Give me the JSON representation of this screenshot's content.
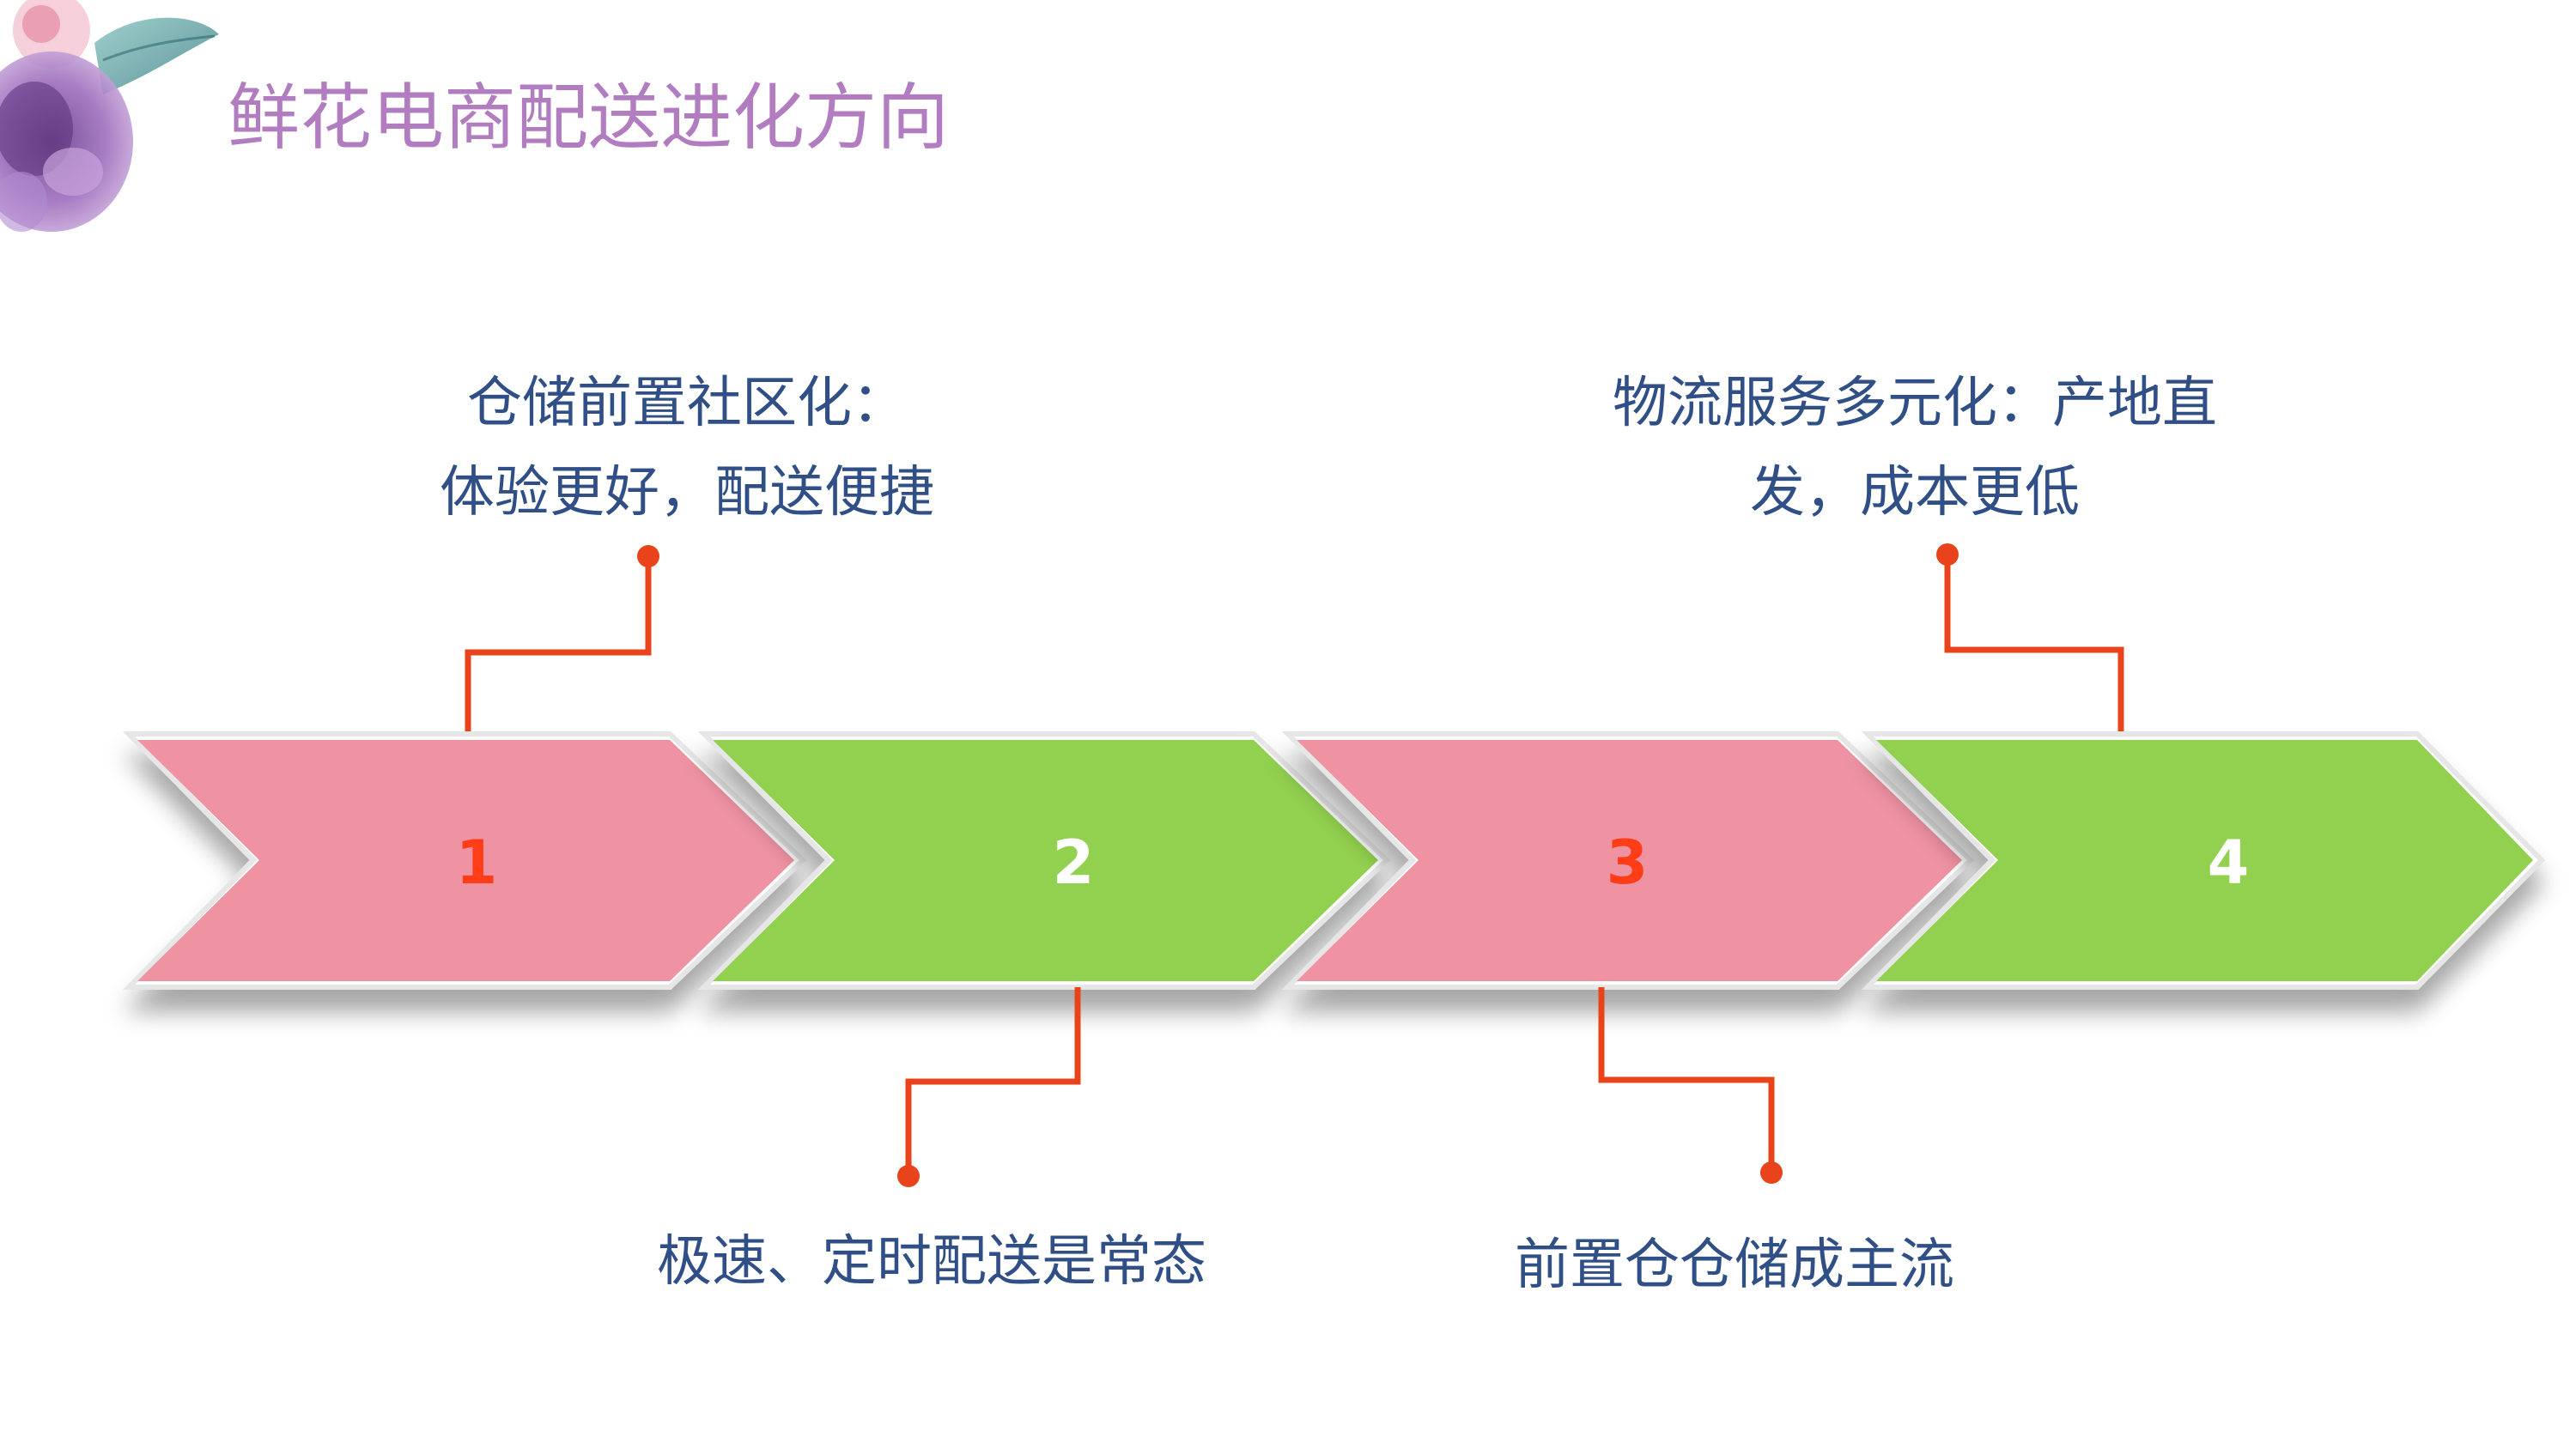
{
  "slide": {
    "title": "鲜花电商配送进化方向"
  },
  "steps": [
    {
      "number": "1",
      "arrow_color": "#ef93a3",
      "number_color": "#ff3d16"
    },
    {
      "number": "2",
      "arrow_color": "#92d050",
      "number_color": "#ffffff"
    },
    {
      "number": "3",
      "arrow_color": "#ef93a3",
      "number_color": "#ff3d16"
    },
    {
      "number": "4",
      "arrow_color": "#92d050",
      "number_color": "#ffffff"
    }
  ],
  "captions": {
    "step1": {
      "line1": "仓储前置社区化：",
      "line2": "体验更好，配送便捷"
    },
    "step2": {
      "line1": "极速、定时配送是常态"
    },
    "step3": {
      "line1": "前置仓仓储成主流"
    },
    "step4": {
      "line1": "物流服务多元化：产地直",
      "line2": "发，成本更低"
    }
  },
  "colors": {
    "connector": "#e8431a",
    "title": "#b27cc0",
    "caption": "#2f4f86"
  },
  "icons": {
    "corner_decoration": "flower-decoration-icon"
  }
}
